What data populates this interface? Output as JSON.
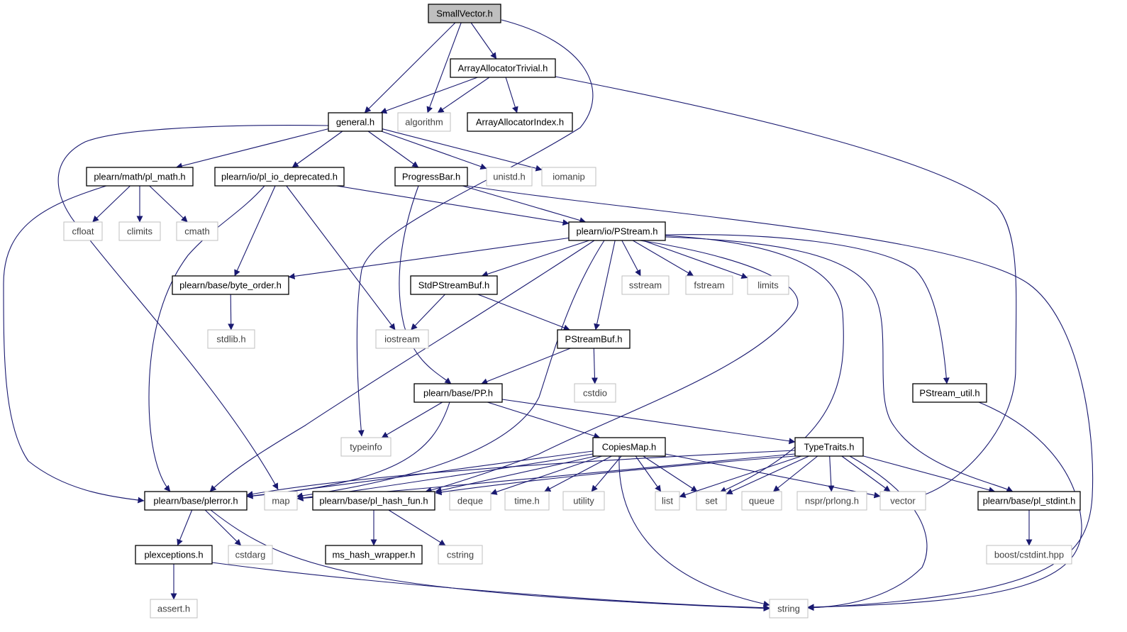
{
  "graph": {
    "colors": {
      "edge": "#191970",
      "root_fill": "#bfbfbf",
      "node_fill": "#ffffff",
      "documented_border": "#000000",
      "system_border": "#bfbfbf",
      "system_text": "#404040",
      "node_text": "#000000"
    },
    "nodes": [
      {
        "id": "n0",
        "label": "SmallVector.h",
        "kind": "root"
      },
      {
        "id": "n1",
        "label": "ArrayAllocatorTrivial.h",
        "kind": "documented"
      },
      {
        "id": "n2",
        "label": "general.h",
        "kind": "documented"
      },
      {
        "id": "n3",
        "label": "algorithm",
        "kind": "system"
      },
      {
        "id": "n4",
        "label": "ArrayAllocatorIndex.h",
        "kind": "documented"
      },
      {
        "id": "n5",
        "label": "plearn/math/pl_math.h",
        "kind": "documented"
      },
      {
        "id": "n6",
        "label": "plearn/io/pl_io_deprecated.h",
        "kind": "documented"
      },
      {
        "id": "n7",
        "label": "ProgressBar.h",
        "kind": "documented"
      },
      {
        "id": "n8",
        "label": "unistd.h",
        "kind": "system"
      },
      {
        "id": "n9",
        "label": "iomanip",
        "kind": "system"
      },
      {
        "id": "n10",
        "label": "cfloat",
        "kind": "system"
      },
      {
        "id": "n11",
        "label": "climits",
        "kind": "system"
      },
      {
        "id": "n12",
        "label": "cmath",
        "kind": "system"
      },
      {
        "id": "n13",
        "label": "plearn/io/PStream.h",
        "kind": "documented"
      },
      {
        "id": "n14",
        "label": "plearn/base/byte_order.h",
        "kind": "documented"
      },
      {
        "id": "n15",
        "label": "StdPStreamBuf.h",
        "kind": "documented"
      },
      {
        "id": "n16",
        "label": "sstream",
        "kind": "system"
      },
      {
        "id": "n17",
        "label": "fstream",
        "kind": "system"
      },
      {
        "id": "n18",
        "label": "limits",
        "kind": "system"
      },
      {
        "id": "n19",
        "label": "stdlib.h",
        "kind": "system"
      },
      {
        "id": "n20",
        "label": "iostream",
        "kind": "system"
      },
      {
        "id": "n21",
        "label": "PStreamBuf.h",
        "kind": "documented"
      },
      {
        "id": "n22",
        "label": "cstdio",
        "kind": "system"
      },
      {
        "id": "n23",
        "label": "plearn/base/PP.h",
        "kind": "documented"
      },
      {
        "id": "n24",
        "label": "PStream_util.h",
        "kind": "documented"
      },
      {
        "id": "n25",
        "label": "typeinfo",
        "kind": "system"
      },
      {
        "id": "n26",
        "label": "CopiesMap.h",
        "kind": "documented"
      },
      {
        "id": "n27",
        "label": "TypeTraits.h",
        "kind": "documented"
      },
      {
        "id": "n28",
        "label": "plearn/base/plerror.h",
        "kind": "documented"
      },
      {
        "id": "n29",
        "label": "map",
        "kind": "system"
      },
      {
        "id": "n30",
        "label": "plearn/base/pl_hash_fun.h",
        "kind": "documented"
      },
      {
        "id": "n31",
        "label": "deque",
        "kind": "system"
      },
      {
        "id": "n32",
        "label": "time.h",
        "kind": "system"
      },
      {
        "id": "n33",
        "label": "utility",
        "kind": "system"
      },
      {
        "id": "n34",
        "label": "list",
        "kind": "system"
      },
      {
        "id": "n35",
        "label": "set",
        "kind": "system"
      },
      {
        "id": "n36",
        "label": "queue",
        "kind": "system"
      },
      {
        "id": "n37",
        "label": "nspr/prlong.h",
        "kind": "system"
      },
      {
        "id": "n38",
        "label": "vector",
        "kind": "system"
      },
      {
        "id": "n39",
        "label": "plearn/base/pl_stdint.h",
        "kind": "documented"
      },
      {
        "id": "n40",
        "label": "plexceptions.h",
        "kind": "documented"
      },
      {
        "id": "n41",
        "label": "cstdarg",
        "kind": "system"
      },
      {
        "id": "n42",
        "label": "ms_hash_wrapper.h",
        "kind": "documented"
      },
      {
        "id": "n43",
        "label": "cstring",
        "kind": "system"
      },
      {
        "id": "n44",
        "label": "boost/cstdint.hpp",
        "kind": "system"
      },
      {
        "id": "n45",
        "label": "assert.h",
        "kind": "system"
      },
      {
        "id": "n46",
        "label": "string",
        "kind": "system"
      }
    ],
    "edges": [
      [
        "n0",
        "n1"
      ],
      [
        "n0",
        "n2"
      ],
      [
        "n0",
        "n3"
      ],
      [
        "n0",
        "n25"
      ],
      [
        "n1",
        "n2"
      ],
      [
        "n1",
        "n3"
      ],
      [
        "n1",
        "n4"
      ],
      [
        "n1",
        "n38"
      ],
      [
        "n2",
        "n5"
      ],
      [
        "n2",
        "n6"
      ],
      [
        "n2",
        "n7"
      ],
      [
        "n2",
        "n8"
      ],
      [
        "n2",
        "n9"
      ],
      [
        "n2",
        "n29"
      ],
      [
        "n5",
        "n10"
      ],
      [
        "n5",
        "n11"
      ],
      [
        "n5",
        "n12"
      ],
      [
        "n5",
        "n28"
      ],
      [
        "n6",
        "n13"
      ],
      [
        "n6",
        "n14"
      ],
      [
        "n6",
        "n20"
      ],
      [
        "n6",
        "n28"
      ],
      [
        "n7",
        "n13"
      ],
      [
        "n7",
        "n23"
      ],
      [
        "n7",
        "n46"
      ],
      [
        "n13",
        "n14"
      ],
      [
        "n13",
        "n15"
      ],
      [
        "n13",
        "n21"
      ],
      [
        "n13",
        "n16"
      ],
      [
        "n13",
        "n17"
      ],
      [
        "n13",
        "n18"
      ],
      [
        "n13",
        "n24"
      ],
      [
        "n13",
        "n28"
      ],
      [
        "n13",
        "n29"
      ],
      [
        "n13",
        "n30"
      ],
      [
        "n13",
        "n35"
      ],
      [
        "n13",
        "n39"
      ],
      [
        "n14",
        "n19"
      ],
      [
        "n15",
        "n20"
      ],
      [
        "n15",
        "n21"
      ],
      [
        "n21",
        "n22"
      ],
      [
        "n21",
        "n23"
      ],
      [
        "n23",
        "n25"
      ],
      [
        "n23",
        "n26"
      ],
      [
        "n23",
        "n27"
      ],
      [
        "n23",
        "n28"
      ],
      [
        "n24",
        "n46"
      ],
      [
        "n26",
        "n28"
      ],
      [
        "n26",
        "n29"
      ],
      [
        "n26",
        "n30"
      ],
      [
        "n26",
        "n31"
      ],
      [
        "n26",
        "n32"
      ],
      [
        "n26",
        "n33"
      ],
      [
        "n26",
        "n34"
      ],
      [
        "n26",
        "n35"
      ],
      [
        "n26",
        "n38"
      ],
      [
        "n26",
        "n46"
      ],
      [
        "n27",
        "n28"
      ],
      [
        "n27",
        "n29"
      ],
      [
        "n27",
        "n30"
      ],
      [
        "n27",
        "n34"
      ],
      [
        "n27",
        "n35"
      ],
      [
        "n27",
        "n36"
      ],
      [
        "n27",
        "n37"
      ],
      [
        "n27",
        "n38"
      ],
      [
        "n27",
        "n39"
      ],
      [
        "n27",
        "n46"
      ],
      [
        "n28",
        "n40"
      ],
      [
        "n28",
        "n41"
      ],
      [
        "n28",
        "n46"
      ],
      [
        "n30",
        "n42"
      ],
      [
        "n30",
        "n43"
      ],
      [
        "n39",
        "n44"
      ],
      [
        "n40",
        "n45"
      ],
      [
        "n40",
        "n46"
      ]
    ]
  }
}
